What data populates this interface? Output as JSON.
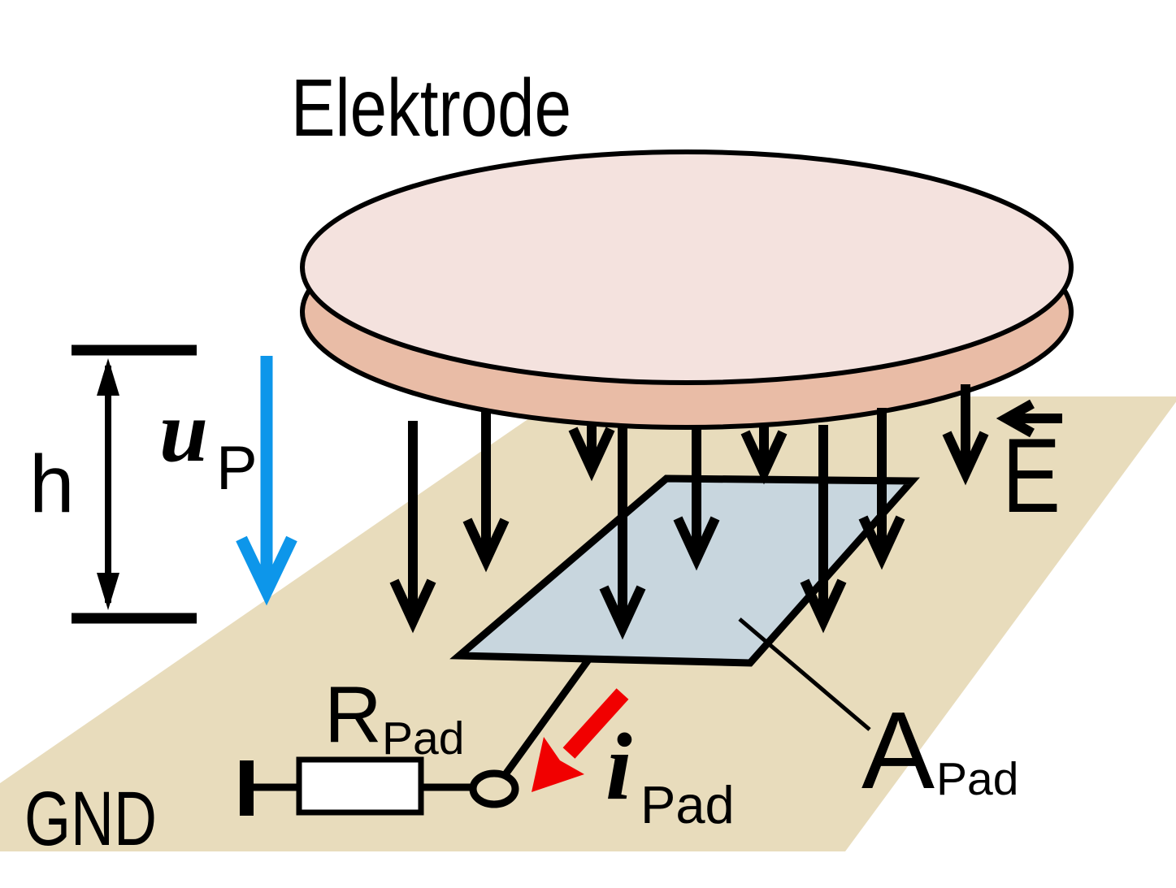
{
  "title": "Elektrode",
  "labels": {
    "height": "h",
    "probe_voltage": {
      "main": "u",
      "sub": "P"
    },
    "field": {
      "main": "E"
    },
    "gnd": "GND",
    "resistor": {
      "main": "R",
      "sub": "Pad"
    },
    "current": {
      "main": "i",
      "sub": "Pad"
    },
    "area": {
      "main": "A",
      "sub": "Pad"
    }
  },
  "colors": {
    "electrode_top": "#f4e2de",
    "electrode_side": "#e9bca6",
    "ground_plane": "#e8dcbc",
    "pad": "#c8d6de",
    "probe_voltage_arrow": "#0d96ea",
    "pad_current": "#f10000",
    "outline": "#000000",
    "resistor_fill": "#ffffff"
  }
}
